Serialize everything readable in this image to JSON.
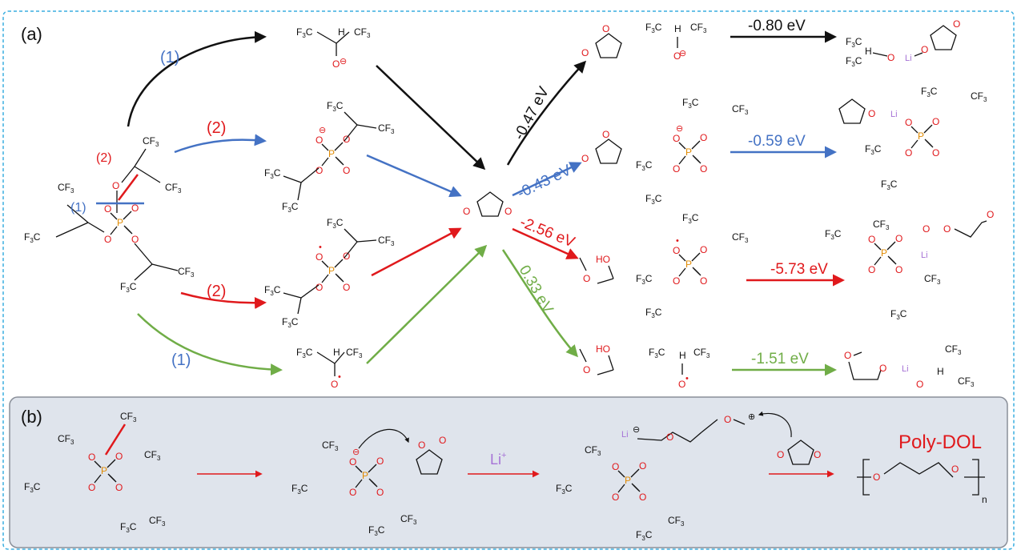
{
  "panels": {
    "a": "(a)",
    "b": "(b)"
  },
  "pathway_labels": {
    "one": "(1)",
    "two": "(2)"
  },
  "energies": {
    "e1": "-0.80 eV",
    "e2": "-0.59 eV",
    "e3": "-5.73 eV",
    "e4": "-1.51 eV",
    "e5": "-0.47 eV",
    "e6": "-0.43 eV",
    "e7": "-2.56 eV",
    "e8": "0.33 eV"
  },
  "atoms": {
    "cf3": "CF",
    "f3c": "F",
    "three": "3",
    "o": "O",
    "p": "P",
    "li": "Li",
    "h": "H",
    "ho": "HO",
    "minus": "⊖",
    "plus": "⊕",
    "radical": "•"
  },
  "panel_b": {
    "li_plus": "Li",
    "li_plus_sup": "+",
    "product": "Poly-DOL",
    "n": "n"
  },
  "colors": {
    "black": "#111111",
    "blue": "#4472c4",
    "red": "#e0191c",
    "green": "#70ad47",
    "phosphorus": "#e08a00",
    "oxygen": "#e0191c",
    "lithium": "#a673d6",
    "border": "#3aaee0",
    "panel_b_bg": "#dfe4ec"
  }
}
